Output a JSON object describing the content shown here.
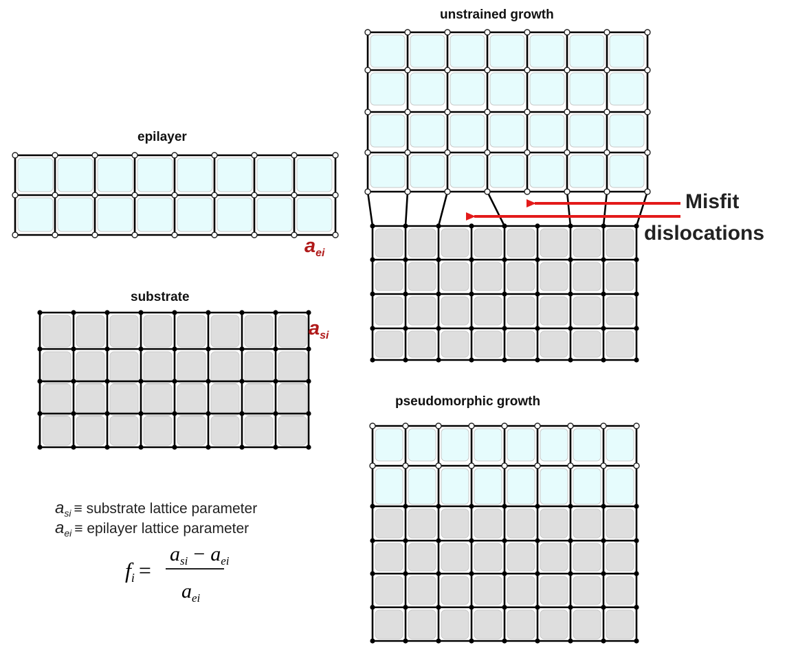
{
  "labels": {
    "epilayer": "epilayer",
    "substrate": "substrate",
    "unstrained": "unstrained growth",
    "pseudomorphic": "pseudomorphic growth",
    "misfit_line1": "Misfit",
    "misfit_line2": "dislocations"
  },
  "symbols": {
    "a": "a",
    "ei_sub": "ei",
    "si_sub": "si",
    "f": "f",
    "i_sub": "i",
    "minus": "−"
  },
  "definitions": {
    "line1_sub": "si",
    "line1_text": "≡ substrate lattice parameter",
    "line2_sub": "ei",
    "line2_text": "≡ epilayer lattice parameter"
  },
  "colors": {
    "epilayer_fill": "#e6fcfd",
    "substrate_fill": "#dedede",
    "arrow": "#e31a1a",
    "lattice_line": "#000000"
  }
}
